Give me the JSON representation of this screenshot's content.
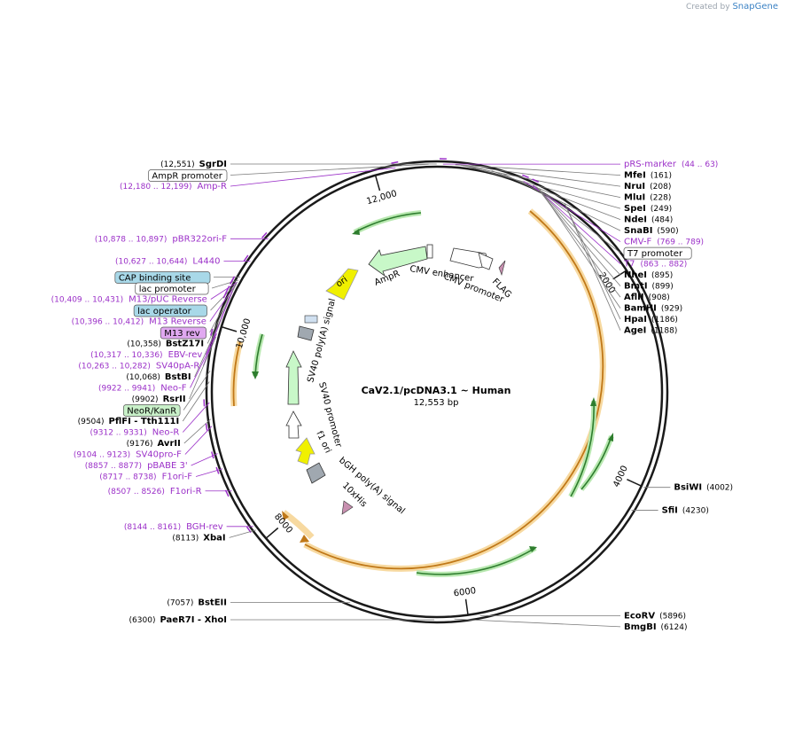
{
  "branding": {
    "created_by": "Created by",
    "app": "SnapGene"
  },
  "plasmid": {
    "name": "CaV2.1/pcDNA3.1 ~ Human",
    "size_label": "12,553 bp",
    "length": 12553
  },
  "ticks": [
    {
      "label": "2000",
      "pos": 2000
    },
    {
      "label": "4000",
      "pos": 4000
    },
    {
      "label": "6000",
      "pos": 6000
    },
    {
      "label": "8000",
      "pos": 8000
    },
    {
      "label": "10,000",
      "pos": 10000
    },
    {
      "label": "12,000",
      "pos": 12000
    }
  ],
  "enzymes": [
    {
      "name": "SgrDI",
      "pos_label": "(12,551)",
      "pos": 12551,
      "side": "left"
    },
    {
      "name": "MfeI",
      "pos_label": "(161)",
      "pos": 161,
      "side": "right"
    },
    {
      "name": "NruI",
      "pos_label": "(208)",
      "pos": 208,
      "side": "right"
    },
    {
      "name": "MluI",
      "pos_label": "(228)",
      "pos": 228,
      "side": "right"
    },
    {
      "name": "SpeI",
      "pos_label": "(249)",
      "pos": 249,
      "side": "right"
    },
    {
      "name": "NdeI",
      "pos_label": "(484)",
      "pos": 484,
      "side": "right"
    },
    {
      "name": "SnaBI",
      "pos_label": "(590)",
      "pos": 590,
      "side": "right"
    },
    {
      "name": "NheI",
      "pos_label": "(895)",
      "pos": 895,
      "side": "right"
    },
    {
      "name": "BmtI",
      "pos_label": "(899)",
      "pos": 899,
      "side": "right"
    },
    {
      "name": "AflII",
      "pos_label": "(908)",
      "pos": 908,
      "side": "right"
    },
    {
      "name": "BamHI",
      "pos_label": "(929)",
      "pos": 929,
      "side": "right"
    },
    {
      "name": "HpaI",
      "pos_label": "(1186)",
      "pos": 1186,
      "side": "right"
    },
    {
      "name": "AgeI",
      "pos_label": "(1188)",
      "pos": 1188,
      "side": "right"
    },
    {
      "name": "BsiWI",
      "pos_label": "(4002)",
      "pos": 4002,
      "side": "right"
    },
    {
      "name": "SfiI",
      "pos_label": "(4230)",
      "pos": 4230,
      "side": "right"
    },
    {
      "name": "EcoRV",
      "pos_label": "(5896)",
      "pos": 5896,
      "side": "right"
    },
    {
      "name": "BmgBI",
      "pos_label": "(6124)",
      "pos": 6124,
      "side": "right"
    },
    {
      "name": "PaeR7I - XhoI",
      "pos_label": "(6300)",
      "pos": 6300,
      "side": "left"
    },
    {
      "name": "BstEII",
      "pos_label": "(7057)",
      "pos": 7057,
      "side": "left"
    },
    {
      "name": "XbaI",
      "pos_label": "(8113)",
      "pos": 8113,
      "side": "left"
    },
    {
      "name": "AvrII",
      "pos_label": "(9176)",
      "pos": 9176,
      "side": "left"
    },
    {
      "name": "PflFI - Tth111I",
      "pos_label": "(9504)",
      "pos": 9504,
      "side": "left"
    },
    {
      "name": "RsrII",
      "pos_label": "(9902)",
      "pos": 9902,
      "side": "left"
    },
    {
      "name": "BstBI",
      "pos_label": "(10,068)",
      "pos": 10068,
      "side": "left"
    },
    {
      "name": "BstZ17I",
      "pos_label": "(10,358)",
      "pos": 10358,
      "side": "left"
    }
  ],
  "primers": [
    {
      "name": "pRS-marker",
      "range": "(44 .. 63)",
      "pos": 53,
      "side": "right"
    },
    {
      "name": "CMV-F",
      "range": "(769 .. 789)",
      "pos": 779,
      "side": "right"
    },
    {
      "name": "T7",
      "range": "(863 .. 882)",
      "pos": 872,
      "side": "right"
    },
    {
      "name": "Amp-R",
      "range": "(12,180 .. 12,199)",
      "pos": 12189,
      "side": "left"
    },
    {
      "name": "pBR322ori-F",
      "range": "(10,878 .. 10,897)",
      "pos": 10887,
      "side": "left"
    },
    {
      "name": "L4440",
      "range": "(10,627 .. 10,644)",
      "pos": 10635,
      "side": "left"
    },
    {
      "name": "M13/pUC Reverse",
      "range": "(10,409 .. 10,431)",
      "pos": 10420,
      "side": "left"
    },
    {
      "name": "M13 Reverse",
      "range": "(10,396 .. 10,412)",
      "pos": 10404,
      "side": "left"
    },
    {
      "name": "EBV-rev",
      "range": "(10,317 .. 10,336)",
      "pos": 10326,
      "side": "left"
    },
    {
      "name": "SV40pA-R",
      "range": "(10,263 .. 10,282)",
      "pos": 10272,
      "side": "left"
    },
    {
      "name": "Neo-F",
      "range": "(9922 .. 9941)",
      "pos": 9931,
      "side": "left"
    },
    {
      "name": "Neo-R",
      "range": "(9312 .. 9331)",
      "pos": 9321,
      "side": "left"
    },
    {
      "name": "SV40pro-F",
      "range": "(9104 .. 9123)",
      "pos": 9113,
      "side": "left"
    },
    {
      "name": "pBABE 3'",
      "range": "(8857 .. 8877)",
      "pos": 8867,
      "side": "left"
    },
    {
      "name": "F1ori-F",
      "range": "(8717 .. 8738)",
      "pos": 8727,
      "side": "left"
    },
    {
      "name": "F1ori-R",
      "range": "(8507 .. 8526)",
      "pos": 8516,
      "side": "left"
    },
    {
      "name": "BGH-rev",
      "range": "(8144 .. 8161)",
      "pos": 8152,
      "side": "left"
    }
  ],
  "boxed_features": [
    {
      "name": "AmpR promoter",
      "fill": "#ffffff",
      "pos": 12480
    },
    {
      "name": "T7 promoter",
      "fill": "#ffffff",
      "pos": 870
    },
    {
      "name": "CAP binding site",
      "fill": "#a8d8e8",
      "pos": 10470
    },
    {
      "name": "lac promoter",
      "fill": "#ffffff",
      "pos": 10440
    },
    {
      "name": "lac operator",
      "fill": "#a8d8e8",
      "pos": 10415
    },
    {
      "name": "M13 rev",
      "fill": "#e0a8f0",
      "pos": 10400
    },
    {
      "name": "NeoR/KanR",
      "fill": "#c8f0c8",
      "pos": 9600
    }
  ],
  "inner_features": [
    {
      "name": "AmpR",
      "type": "cds"
    },
    {
      "name": "CMV enhancer",
      "type": "enhancer"
    },
    {
      "name": "CMV promoter",
      "type": "promoter"
    },
    {
      "name": "FLAG",
      "type": "tag"
    },
    {
      "name": "ori",
      "type": "origin"
    },
    {
      "name": "SV40 poly(A) signal",
      "type": "terminator"
    },
    {
      "name": "SV40 promoter",
      "type": "promoter"
    },
    {
      "name": "f1 ori",
      "type": "origin"
    },
    {
      "name": "bGH poly(A) signal",
      "type": "terminator"
    },
    {
      "name": "10xHis",
      "type": "tag"
    }
  ],
  "colors": {
    "backbone": "#1a1a1a",
    "primer": "#9b30c8",
    "cds_orange": "#e8a030",
    "cds_green": "#2e8b2e",
    "origin": "#f0f000",
    "promoter_fill": "#ffffff",
    "cds_fill": "#c8f8c8",
    "terminator": "#a0a8b0",
    "tag": "#c890b0"
  }
}
